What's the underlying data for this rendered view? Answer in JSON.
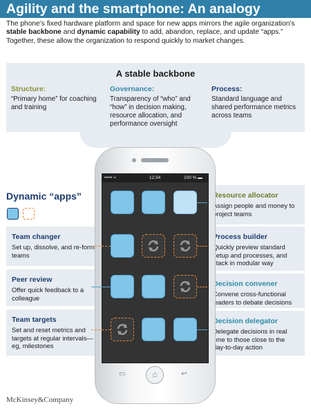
{
  "header": {
    "title": "Agility and the smartphone: An analogy",
    "intro_line1": "The phone’s fixed hardware platform and space for new apps mirrors the agile organization’s",
    "intro_bold1": "stable backbone",
    "intro_and": " and ",
    "intro_bold2": "dynamic capability",
    "intro_line2_rest": " to add, abandon, replace, and update “apps.”",
    "intro_line3": "Together, these allow the organization to respond quickly to market changes."
  },
  "backbone": {
    "title": "A stable backbone",
    "structure": {
      "label": "Structure:",
      "text": "“Primary home” for coaching and training"
    },
    "governance": {
      "label": "Governance:",
      "text": "Transparency of “who” and “how” in decision making, resource allocation, and performance oversight"
    },
    "process": {
      "label": "Process:",
      "text": "Standard language and shared performance metrics across teams"
    }
  },
  "dynamic": {
    "title": "Dynamic “apps”"
  },
  "phone": {
    "status_left": "•••••  ≈",
    "status_time": "12:34",
    "status_right": "100 %  ▬"
  },
  "left_panels": [
    {
      "title": "Team changer",
      "desc": "Set up, dissolve, and re-form teams"
    },
    {
      "title": "Peer review",
      "desc": "Offer quick feedback to a colleague"
    },
    {
      "title": "Team targets",
      "desc": "Set and reset metrics and targets at regular intervals—eg, milestones"
    }
  ],
  "right_panels": [
    {
      "title": "Resource allocator",
      "desc": "Assign people and money to project teams"
    },
    {
      "title": "Process builder",
      "desc": "Quickly preview standard setup and processes, and stack in modular way"
    },
    {
      "title": "Decision convener",
      "desc": "Convene cross-functional leaders to debate decisions"
    },
    {
      "title": "Decision delegator",
      "desc": "Delegate decisions in real time to those close to the day-to-day action"
    }
  ],
  "footer": {
    "source": "McKinsey&Company"
  },
  "colors": {
    "title_bar": "#2f7fa8",
    "panel_bg": "#e6ecf1",
    "app_blue": "#7fc6ea",
    "dashed_orange": "#e0853a",
    "navy": "#1f3c6f"
  }
}
